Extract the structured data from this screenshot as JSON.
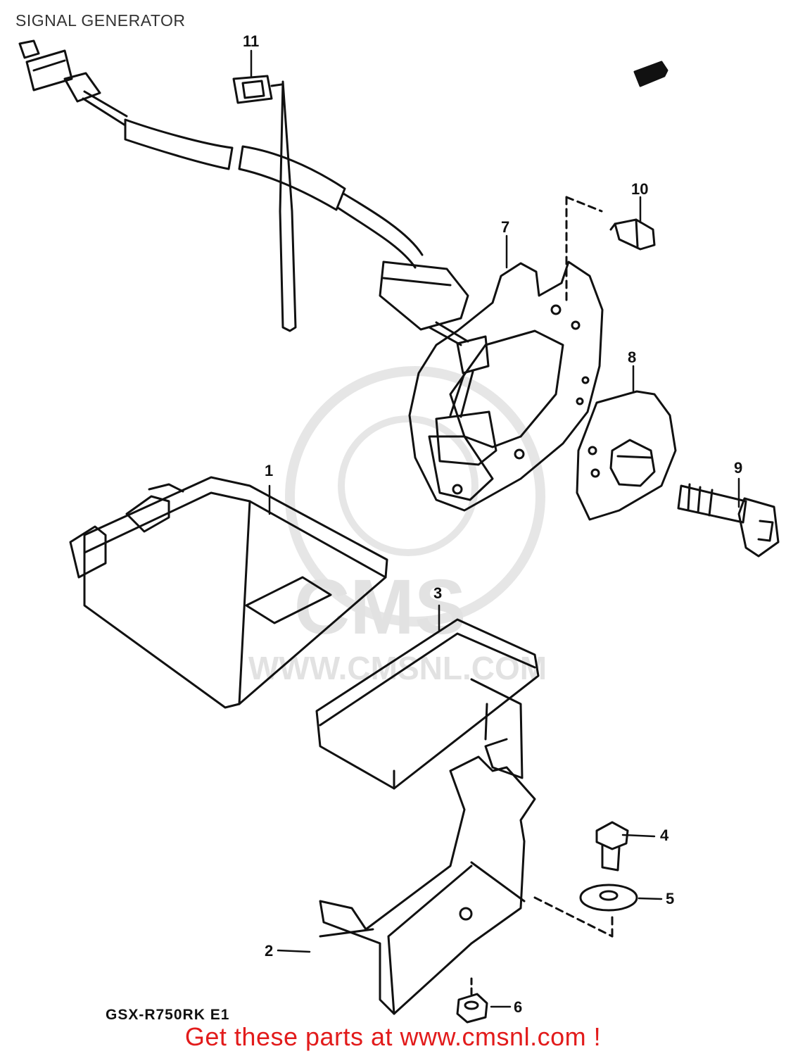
{
  "header": {
    "title": "SIGNAL GENERATOR"
  },
  "diagram": {
    "model_code": "GSX-R750RK E1",
    "callouts": [
      {
        "id": "1",
        "label": "1"
      },
      {
        "id": "2",
        "label": "2"
      },
      {
        "id": "3",
        "label": "3"
      },
      {
        "id": "4",
        "label": "4"
      },
      {
        "id": "5",
        "label": "5"
      },
      {
        "id": "6",
        "label": "6"
      },
      {
        "id": "7",
        "label": "7"
      },
      {
        "id": "8",
        "label": "8"
      },
      {
        "id": "9",
        "label": "9"
      },
      {
        "id": "10",
        "label": "10"
      },
      {
        "id": "11",
        "label": "11"
      }
    ]
  },
  "watermark": {
    "brand": "CMS",
    "url": "WWW.CMSNL.COM"
  },
  "footer": {
    "cta": "Get these parts at www.cmsnl.com !",
    "color": "#e21b1b"
  },
  "colors": {
    "line": "#111111",
    "watermark": "#e2e2e2"
  }
}
